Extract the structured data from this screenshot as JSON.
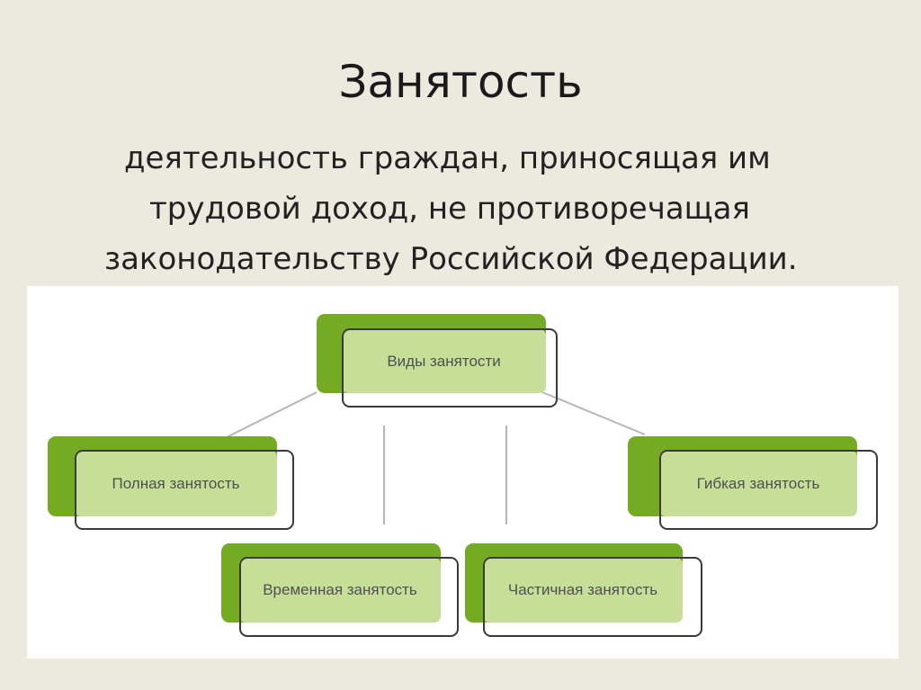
{
  "slide": {
    "title": "Занятость",
    "definition_lines": [
      "деятельность граждан, приносящая им",
      "трудовой доход, не противоречащая",
      "законодательству Российской Федерации."
    ]
  },
  "diagram": {
    "root": "Виды занятости",
    "children": [
      "Полная занятость",
      "Временная занятость",
      "Частичная занятость",
      "Гибкая занятость"
    ]
  },
  "colors": {
    "background": "#ece9df",
    "panel": "#ffffff",
    "accent_green": "#74ab22",
    "light_green": "#c7de99",
    "outline": "#3a3a3a",
    "connector": "#b5b5b5"
  }
}
